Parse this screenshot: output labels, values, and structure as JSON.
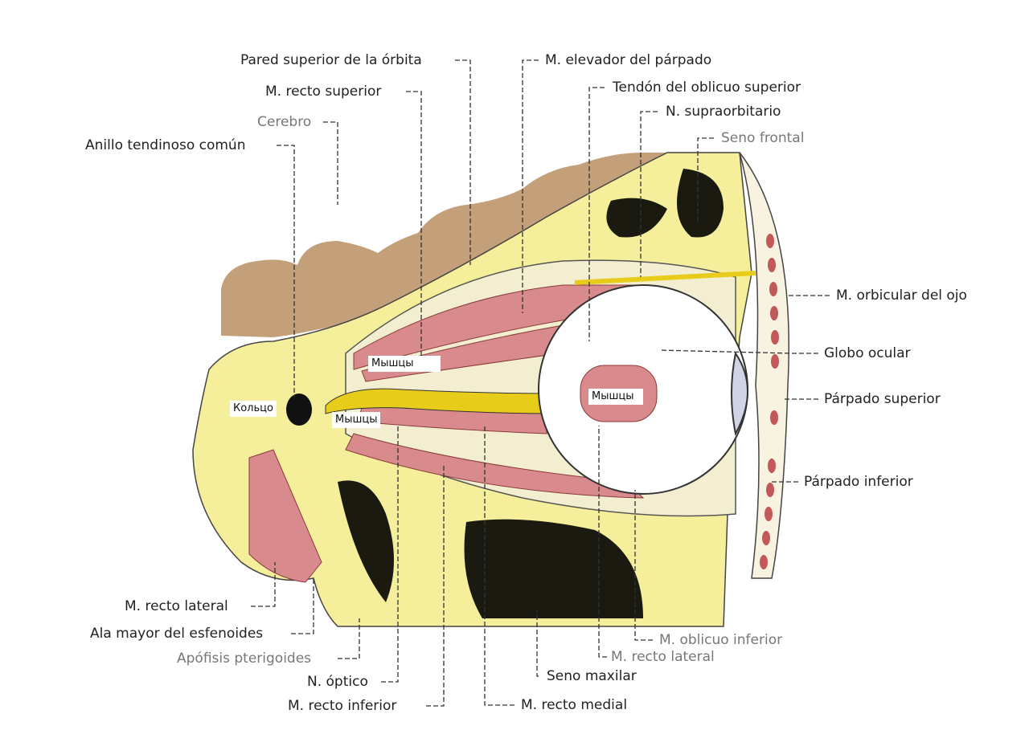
{
  "labels": {
    "pared_superior": "Pared superior de la órbita",
    "elevador": "M. elevador del párpado",
    "recto_superior": "M. recto superior",
    "tendon_oblicuo": "Tendón del oblicuo superior",
    "supraorbitario": "N. supraorbitario",
    "cerebro": "Cerebro",
    "seno_frontal": "Seno frontal",
    "anillo": "Anillo tendinoso común",
    "orbicular": "M. orbicular del ojo",
    "globo": "Globo ocular",
    "parpado_superior": "Párpado superior",
    "parpado_inferior": "Párpado inferior",
    "recto_lateral_left": "M. recto lateral",
    "ala_mayor": "Ala mayor del esfenoides",
    "apofisis": "Apófisis pterigoides",
    "optico": "N. óptico",
    "recto_inferior": "M. recto inferior",
    "recto_medial": "M. recto medial",
    "seno_maxilar": "Seno maxilar",
    "recto_lateral_right": "M. recto lateral",
    "oblicuo_inferior": "M. oblicuo inferior"
  },
  "overlays": {
    "muscles_1": "Мышцы",
    "ring": "Кольцо",
    "muscles_2": "Мышцы",
    "muscles_3": "Мышцы"
  },
  "colors": {
    "bone": "#f5ef9c",
    "brain": "#c4a07a",
    "muscle": "#d98a8c",
    "nerve": "#e8cc1a",
    "sinus": "#1a1a10"
  }
}
